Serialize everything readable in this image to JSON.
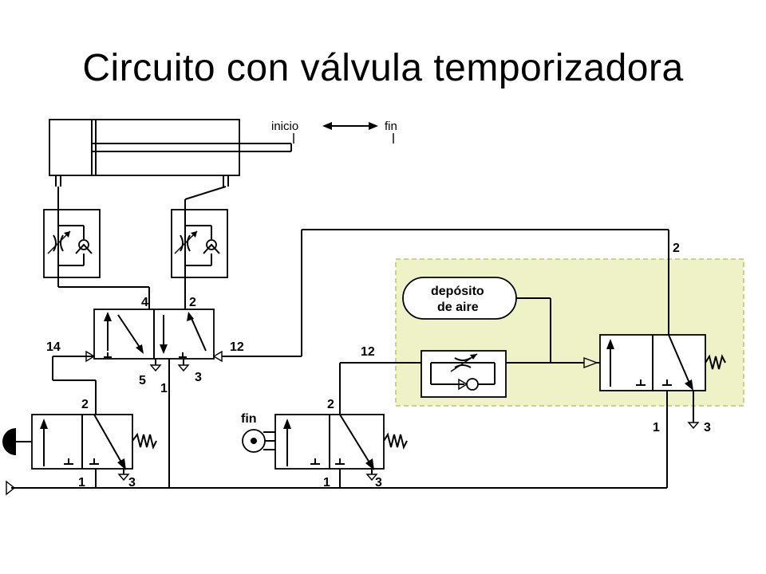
{
  "title": "Circuito con válvula temporizadora",
  "cylinder": {
    "inicio": "inicio",
    "fin": "fin"
  },
  "reservoir": {
    "line1": "depósito",
    "line2": "de aire"
  },
  "main_valve_ports": {
    "p4": "4",
    "p2": "2",
    "p14": "14",
    "p12": "12",
    "p5": "5",
    "p3": "3",
    "p1": "1"
  },
  "left_valve_ports": {
    "p2": "2",
    "p1": "1",
    "p3": "3"
  },
  "fin_valve": {
    "label": "fin",
    "p2": "2",
    "p1": "1",
    "p3": "3",
    "p12": "12"
  },
  "timer_valve_ports": {
    "p2": "2",
    "p1": "1",
    "p3": "3"
  },
  "colors": {
    "highlight_fill": "#eef2c6",
    "highlight_border": "#b9c96a",
    "line": "#000000"
  }
}
